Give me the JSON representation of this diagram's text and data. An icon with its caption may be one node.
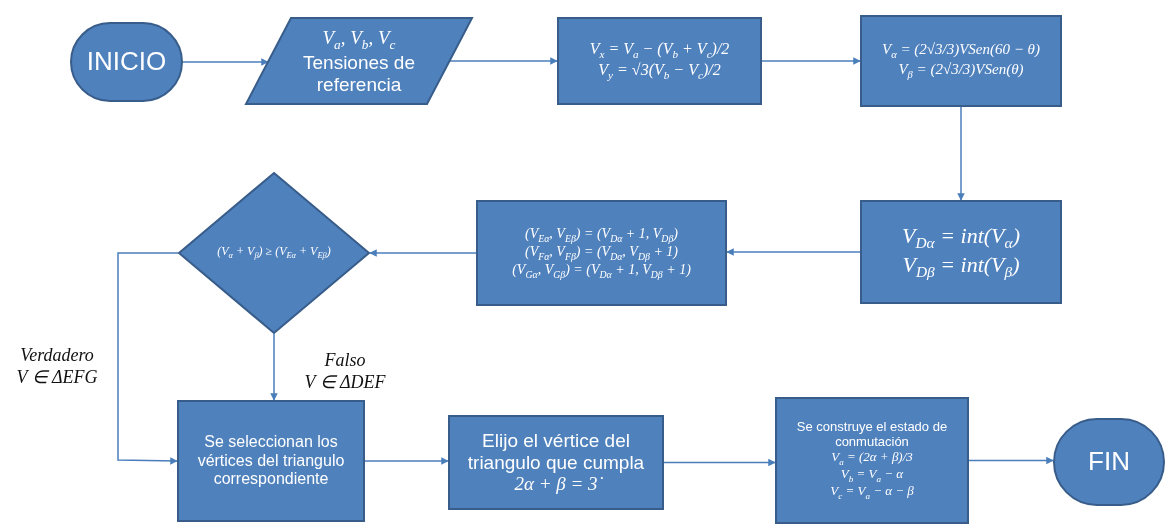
{
  "diagram": {
    "nodes": [
      {
        "text": [
          "INICIO"
        ]
      },
      {
        "text": [
          "V$_{a}$, V$_{b}$, V$_{c}$",
          "Tensiones de referencia"
        ]
      },
      {
        "text": [
          "V$_{x}$ = V$_{a}$ − (V$_{b}$ + V$_{c}$)/2",
          "V$_{y}$ = √3(V$_{b}$ − V$_{c}$)/2"
        ]
      },
      {
        "text": [
          "V$_{α}$ = (2√3/3)VSen(60 − θ)",
          "V$_{β}$ = (2√3/3)VSen(θ)"
        ]
      },
      {
        "text": [
          "V$_{Dα}$ = int(V$_{α}$)",
          "V$_{Dβ}$ = int(V$_{β}$)"
        ]
      },
      {
        "text": [
          "(V$_{Eα}$, V$_{Eβ}$) = (V$_{Dα}$ + 1, V$_{Dβ}$)",
          "(V$_{Fα}$, V$_{Fβ}$) = (V$_{Dα}$, V$_{Dβ}$ + 1)",
          "(V$_{Gα}$, V$_{Gβ}$) = (V$_{Dα}$ + 1, V$_{Dβ}$ + 1)"
        ]
      },
      {
        "text": [
          "(V$_{α}$ + V$_{β}$) ≥ (V$_{Eα}$ + V$_{Eβ}$)"
        ]
      },
      {
        "text": [
          "Se seleccionan los vértices del triangulo correspondiente"
        ]
      },
      {
        "text": [
          "Elijo el vértice del triangulo que cumpla",
          "2α + β = 3̇"
        ]
      },
      {
        "text": [
          "Se construye el estado de conmutación",
          "V$_{a}$ = (2α + β)/3",
          "V$_{b}$ = V$_{a}$ − α",
          "V$_{c}$ = V$_{a}$ − α − β"
        ]
      },
      {
        "text": [
          "FIN"
        ]
      }
    ],
    "edges": [
      {
        "from": 0,
        "to": 1,
        "arrow": "to"
      },
      {
        "from": 1,
        "to": 2,
        "arrow": "to"
      },
      {
        "from": 2,
        "to": 3,
        "arrow": "to"
      },
      {
        "from": 3,
        "to": 4,
        "arrow": "to"
      },
      {
        "from": 4,
        "to": 5,
        "arrow": "to"
      },
      {
        "from": 5,
        "to": 6,
        "arrow": "to"
      },
      {
        "from": 6,
        "to": 7,
        "arrow": "to",
        "label": "Verdadero V ∈ ΔEFG"
      },
      {
        "from": 6,
        "to": 7,
        "arrow": "to",
        "label": "Falso V ∈ ΔDEF"
      },
      {
        "from": 7,
        "to": 8,
        "arrow": "to"
      },
      {
        "from": 8,
        "to": 9,
        "arrow": "to"
      },
      {
        "from": 9,
        "to": 10,
        "arrow": "to"
      }
    ]
  }
}
